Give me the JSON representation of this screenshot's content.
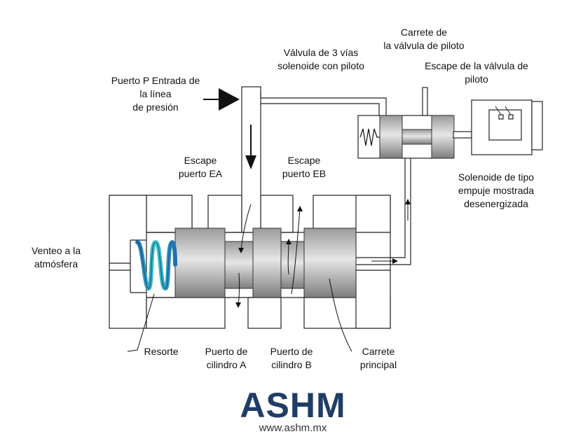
{
  "labels": {
    "pilot_spool_l1": "Carrete de",
    "pilot_spool_l2": "la válvula de piloto",
    "valve3_l1": "Válvula de 3 vías",
    "valve3_l2": "solenoide con piloto",
    "pilot_exhaust_l1": "Escape de la válvula de",
    "pilot_exhaust_l2": "piloto",
    "port_p_l1": "Puerto P Entrada de",
    "port_p_l2": "la línea",
    "port_p_l3": "de presión",
    "exhaust_ea_l1": "Escape",
    "exhaust_ea_l2": "puerto EA",
    "exhaust_eb_l1": "Escape",
    "exhaust_eb_l2": "puerto EB",
    "solenoid_l1": "Solenoide de tipo",
    "solenoid_l2": "empuje mostrada",
    "solenoid_l3": "desenergizada",
    "vent_l1": "Venteo a la",
    "vent_l2": "atmósfera",
    "spring": "Resorte",
    "cyl_a_l1": "Puerto de",
    "cyl_a_l2": "cilindro A",
    "cyl_b_l1": "Puerto de",
    "cyl_b_l2": "cilindro B",
    "main_spool_l1": "Carrete",
    "main_spool_l2": "principal"
  },
  "logo": {
    "name": "ASHM",
    "url": "www.ashm.mx"
  },
  "colors": {
    "spool_dark": "#8a8a8a",
    "spool_light": "#e4e4e4",
    "spring_dark": "#1e6fb5",
    "spring_light": "#36c8c8",
    "logo_navy": "#1f3d66"
  }
}
